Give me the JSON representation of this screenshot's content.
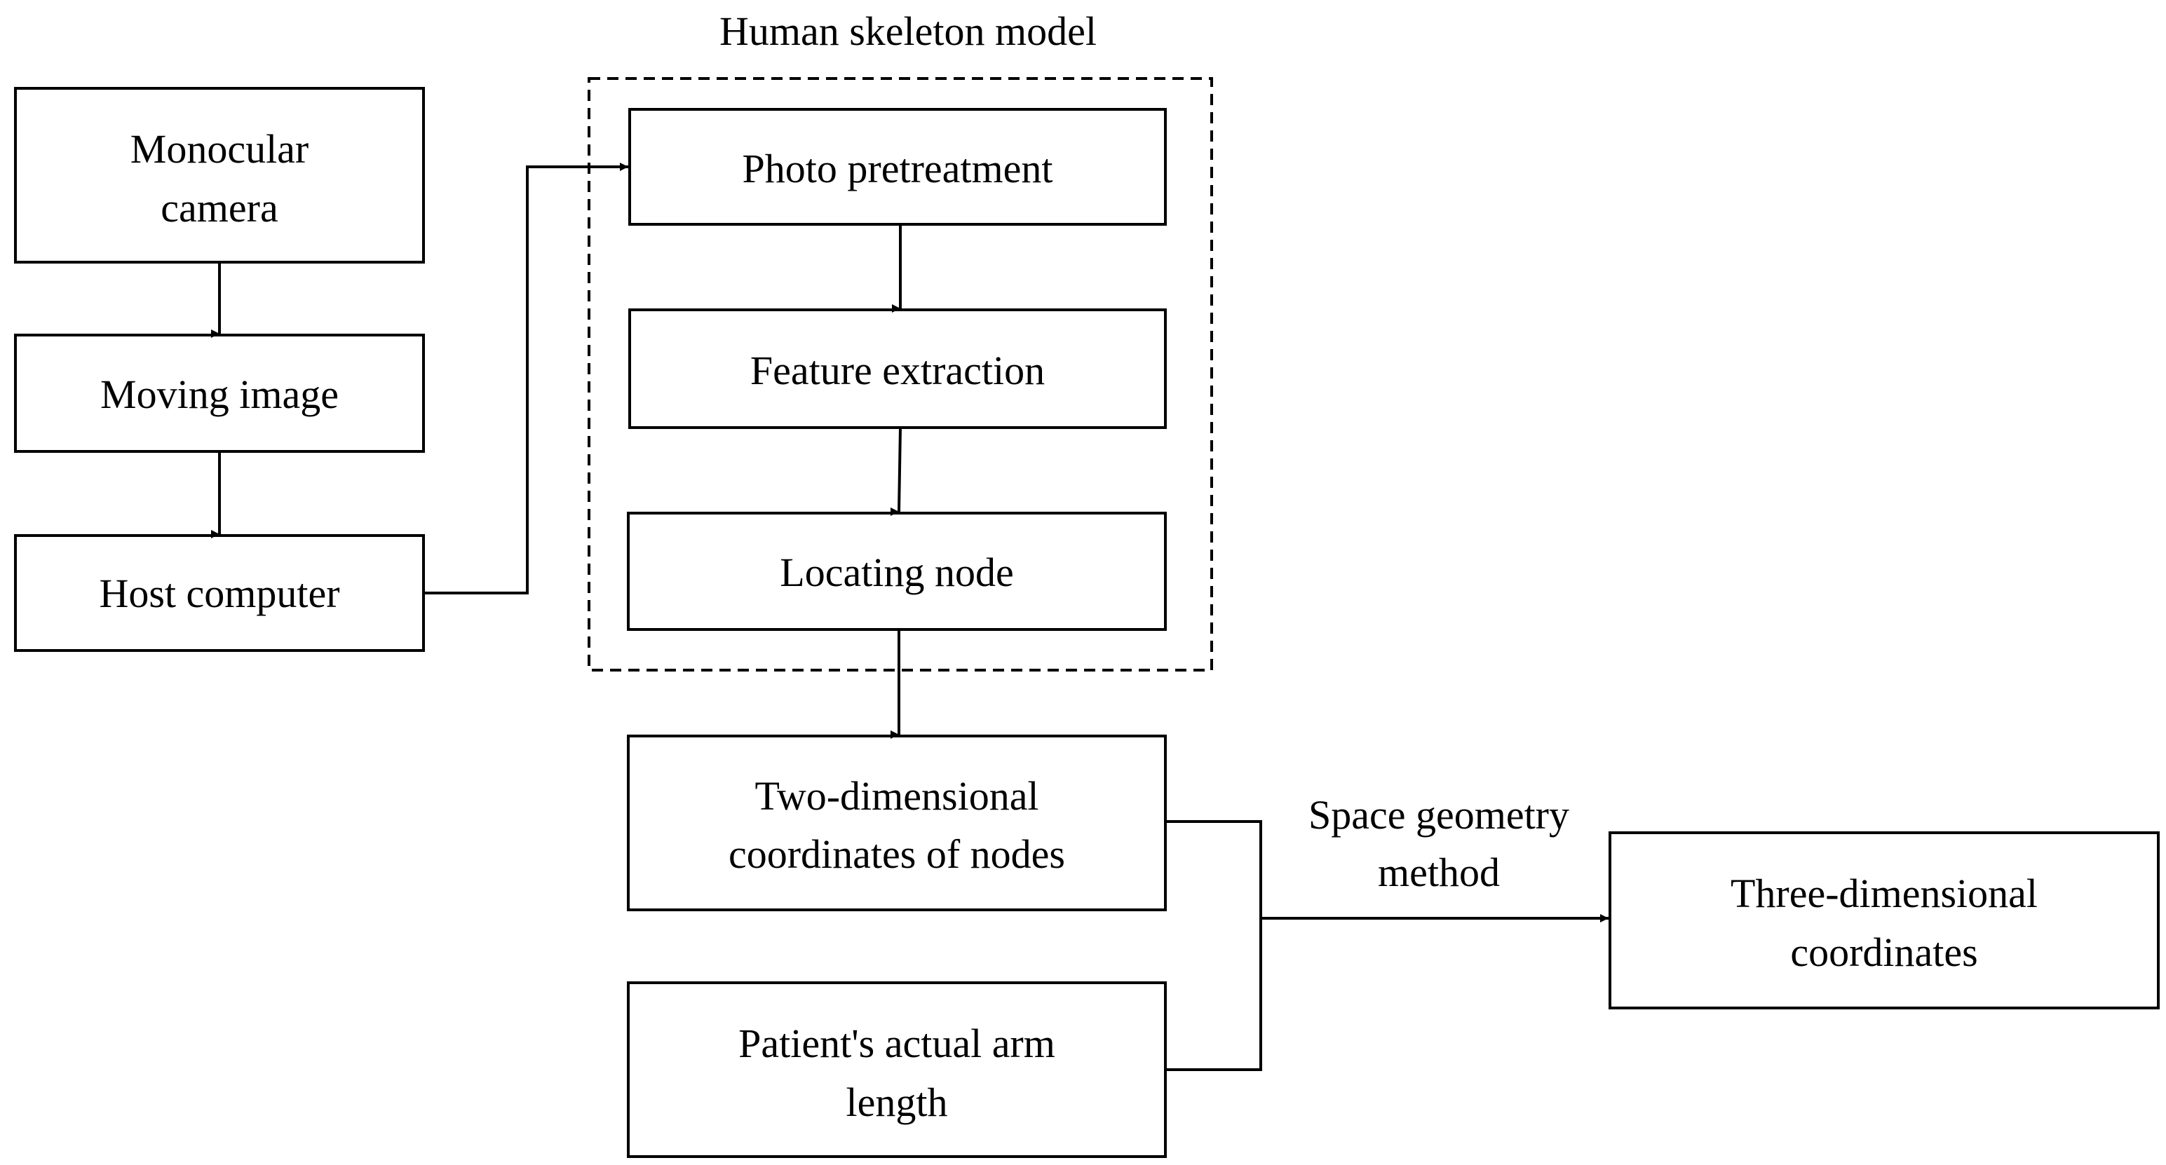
{
  "group": {
    "title": "Human skeleton model"
  },
  "nodes": {
    "monocular_camera": [
      "Monocular",
      "camera"
    ],
    "moving_image": [
      "Moving image"
    ],
    "host_computer": [
      "Host computer"
    ],
    "photo_pretreatment": [
      "Photo pretreatment"
    ],
    "feature_extraction": [
      "Feature extraction"
    ],
    "locating_node": [
      "Locating node"
    ],
    "two_dimensional_coordinates": [
      "Two-dimensional",
      "coordinates of nodes"
    ],
    "patient_arm_length": [
      "Patient's actual arm",
      "length"
    ],
    "three_dimensional_coordinates": [
      "Three-dimensional",
      "coordinates"
    ]
  },
  "edge_labels": {
    "space_geometry_method": [
      "Space geometry",
      "method"
    ]
  }
}
